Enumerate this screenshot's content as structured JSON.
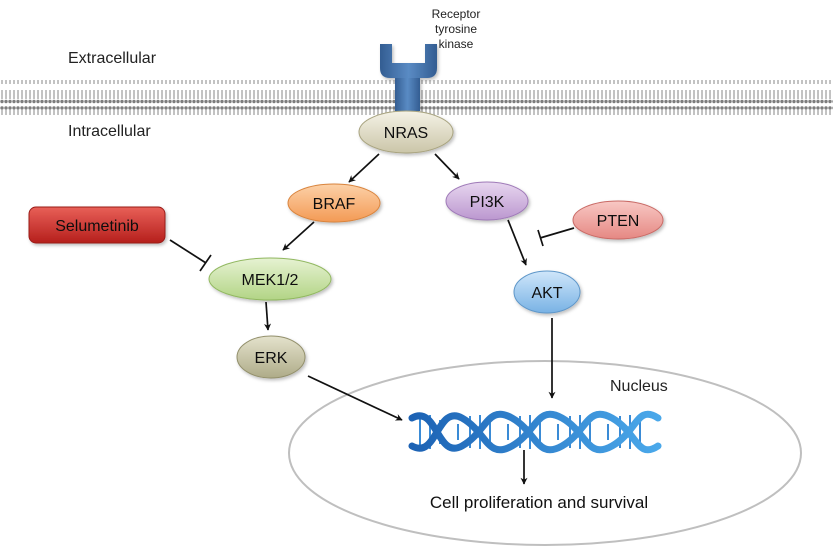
{
  "labels": {
    "extracellular": "Extracellular",
    "intracellular": "Intracellular",
    "receptor_line1": "Receptor",
    "receptor_line2": "tyrosine",
    "receptor_line3": "kinase",
    "nucleus": "Nucleus",
    "outcome": "Cell proliferation and survival"
  },
  "nodes": {
    "nras": "NRAS",
    "braf": "BRAF",
    "pi3k": "PI3K",
    "pten": "PTEN",
    "mek": "MEK1/2",
    "akt": "AKT",
    "erk": "ERK",
    "selumetinib": "Selumetinib"
  },
  "colors": {
    "nras": "#d4d0b8",
    "braf": "#f5a868",
    "pi3k": "#c8a8d8",
    "pten": "#ec9a95",
    "mek": "#c4dea0",
    "akt": "#8ec0ea",
    "erk": "#c2c0a0",
    "selumetinib": "#d0312d",
    "receptor": "#3f6ea6",
    "dna": "#2d8ad6"
  }
}
